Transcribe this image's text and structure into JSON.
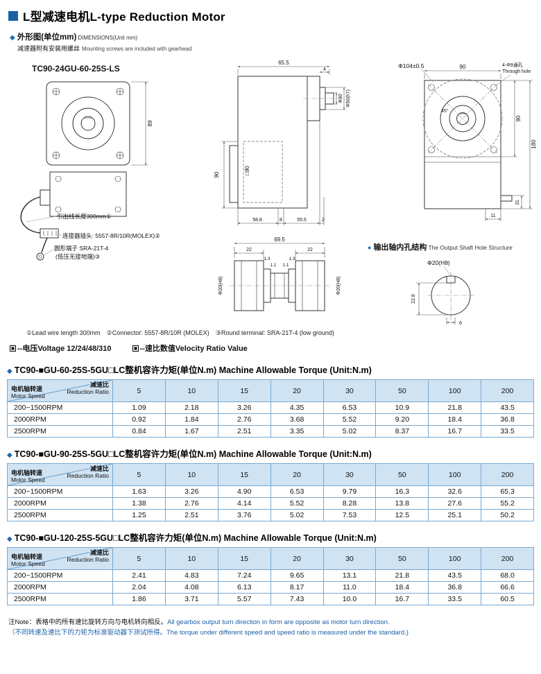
{
  "glyphs": {
    "diamond": "◆",
    "bullet": "●"
  },
  "header": {
    "title": "L型减速电机L-type Reduction Motor"
  },
  "dimensions_section": {
    "heading_cn": "外形图(单位mm)",
    "heading_en": "DIMENSIONS(Unit mm)",
    "subnote_cn": "减速器附有安装用螺丝",
    "subnote_en": "Mounting screws are included with gearhead"
  },
  "drawings": {
    "model": "TC90-24GU-60-25S-LS",
    "front": {
      "dim_height": "89",
      "wire_label": "引出线长度300mm①",
      "connector_label": "连接器插头: 5557-8R/10R(MOLEX)②",
      "terminal_label": "圆形端子 SRA-21T-4",
      "terminal_label2": "(低压无接地端)③"
    },
    "side": {
      "dim_top": "65.5",
      "dim_4": "4",
      "dim_shaft": "Φ30",
      "dim_hub": "Φ50(h7)",
      "dim_left": "90",
      "dim_square": "□90",
      "dim_b1": "58.8",
      "dim_b2": "8",
      "dim_b3": "55.5",
      "dim_b4": "2"
    },
    "section": {
      "dim_total": "69.5",
      "dim_l": "22",
      "dim_r": "22",
      "g1": "1.3",
      "g2": "1.1",
      "g3": "1.1",
      "g4": "1.3",
      "dia_l": "Φ20(H8)",
      "dia_r": "Φ20(H8)"
    },
    "rear": {
      "dia": "Φ104±0.5",
      "sq": "90",
      "holes": "4-Φ9通孔",
      "holes_en": "Through hole",
      "angle": "45°",
      "h1": "90",
      "h2": "180",
      "shaft": "31",
      "off": "11"
    },
    "shaft_hole": {
      "title_cn": "输出轴内孔结构",
      "title_en": "The Output Shaft Hole Structure",
      "dia": "Φ20(H8)",
      "depth": "22.8",
      "key": "6"
    },
    "footnotes": "①Lead wire length 300mm　②Connector: 5557-8R/10R (MOLEX)　③Round terminal: SRA-21T-4 (low ground)"
  },
  "legend": {
    "item1": "--电压Voltage 12/24/48/310",
    "item2": "--速比数值Velocity Ratio Value"
  },
  "table_corner": {
    "top_cn": "减速比",
    "top_en": "Reduction Ratio",
    "bottom_cn": "电机轴转速",
    "bottom_en": "Motor Speed"
  },
  "tables": [
    {
      "title": "TC90-■GU-60-25S-5GU□LC整机容许力矩(单位N.m) Machine Allowable Torque (Unit:N.m)",
      "ratios": [
        "5",
        "10",
        "15",
        "20",
        "30",
        "50",
        "100",
        "200"
      ],
      "rows": [
        {
          "speed": "200~1500RPM",
          "values": [
            "1.09",
            "2.18",
            "3.26",
            "4.35",
            "6.53",
            "10.9",
            "21.8",
            "43.5"
          ]
        },
        {
          "speed": "2000RPM",
          "values": [
            "0.92",
            "1.84",
            "2.76",
            "3.68",
            "5.52",
            "9.20",
            "18.4",
            "36.8"
          ]
        },
        {
          "speed": "2500RPM",
          "values": [
            "0.84",
            "1.67",
            "2.51",
            "3.35",
            "5.02",
            "8.37",
            "16.7",
            "33.5"
          ]
        }
      ]
    },
    {
      "title": "TC90-■GU-90-25S-5GU□LC整机容许力矩(单位N.m) Machine Allowable Torque (Unit:N.m)",
      "ratios": [
        "5",
        "10",
        "15",
        "20",
        "30",
        "50",
        "100",
        "200"
      ],
      "rows": [
        {
          "speed": "200~1500RPM",
          "values": [
            "1.63",
            "3.26",
            "4.90",
            "6.53",
            "9.79",
            "16.3",
            "32.6",
            "65.3"
          ]
        },
        {
          "speed": "2000RPM",
          "values": [
            "1.38",
            "2.76",
            "4.14",
            "5.52",
            "8.28",
            "13.8",
            "27.6",
            "55.2"
          ]
        },
        {
          "speed": "2500RPM",
          "values": [
            "1.25",
            "2.51",
            "3.76",
            "5.02",
            "7.53",
            "12.5",
            "25.1",
            "50.2"
          ]
        }
      ]
    },
    {
      "title": "TC90-■GU-120-25S-5GU□LC整机容许力矩(单位N.m) Machine Allowable Torque (Unit:N.m)",
      "ratios": [
        "5",
        "10",
        "15",
        "20",
        "30",
        "50",
        "100",
        "200"
      ],
      "rows": [
        {
          "speed": "200~1500RPM",
          "values": [
            "2.41",
            "4.83",
            "7.24",
            "9.65",
            "13.1",
            "21.8",
            "43.5",
            "68.0"
          ]
        },
        {
          "speed": "2000RPM",
          "values": [
            "2.04",
            "4.08",
            "6.13",
            "8.17",
            "11.0",
            "18.4",
            "36.8",
            "66.6"
          ]
        },
        {
          "speed": "2500RPM",
          "values": [
            "1.86",
            "3.71",
            "5.57",
            "7.43",
            "10.0",
            "16.7",
            "33.5",
            "60.5"
          ]
        }
      ]
    }
  ],
  "notes": {
    "line1_cn": "注Note：表格中的所有速比旋转方向与电机转向相反。",
    "line1_en": "All gearbox output turn direction in form are opposite as motor turn direction.",
    "line2": "（不同转速及速比下的力矩为标准驱动器下测试所得。The torque under different speed and speed ratio is measured under the standard.)"
  }
}
